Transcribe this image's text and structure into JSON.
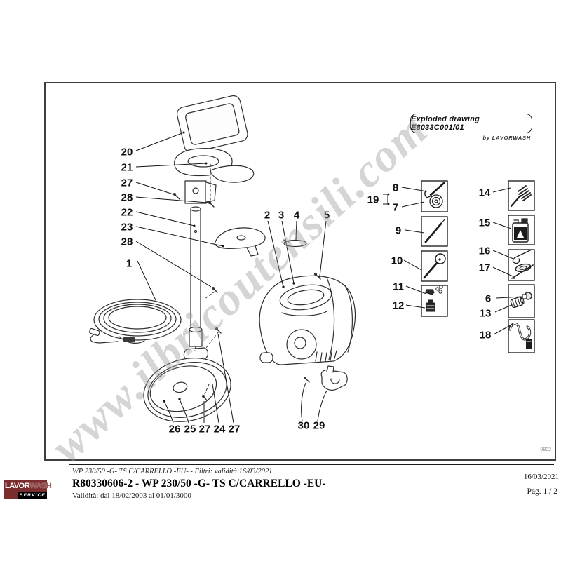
{
  "title_box": {
    "label": "Exploded drawing E8033C001/01",
    "byline": "by LAVORWASH"
  },
  "watermark": {
    "text": "www.ilbricoutensili.com"
  },
  "sheet_code": "0802",
  "callouts": {
    "left": [
      "20",
      "21",
      "27",
      "28",
      "22",
      "23",
      "28",
      "1"
    ],
    "middle": [
      "2",
      "3",
      "4",
      "5"
    ],
    "bottom": [
      "26",
      "25",
      "27",
      "24",
      "27"
    ],
    "bottom_right": [
      "30",
      "29"
    ]
  },
  "legend": {
    "col1": [
      {
        "numbers": [
          "19",
          "8",
          "7"
        ],
        "icon": "hose-reel-and-gun"
      },
      {
        "numbers": [
          "9"
        ],
        "icon": "spray-lance"
      },
      {
        "numbers": [
          "10"
        ],
        "icon": "turbo-lance"
      },
      {
        "numbers": [
          "11",
          "12"
        ],
        "icon": "nozzle-and-detergent-bottle"
      }
    ],
    "col2": [
      {
        "numbers": [
          "14"
        ],
        "icon": "wash-brush"
      },
      {
        "numbers": [
          "15"
        ],
        "icon": "detergent-tank"
      },
      {
        "numbers": [
          "16",
          "17"
        ],
        "icon": "hook-and-filter"
      },
      {
        "numbers": [
          "6",
          "13"
        ],
        "icon": "hose-connectors"
      },
      {
        "numbers": [
          "18"
        ],
        "icon": "suction-hose-filter"
      }
    ]
  },
  "footer": {
    "model_line": "WP 230/50 -G- TS C/CARRELLO -EU- - Filtri: validità 16/03/2021",
    "code_line": "R80330606-2 - WP 230/50 -G- TS C/CARRELLO -EU-",
    "validity_line": "Validità: dal 18/02/2003 al 01/01/3000",
    "date": "16/03/2021",
    "page": "Pag. 1 / 2"
  },
  "logo": {
    "lavor": "LAVOR",
    "wash": "WASH",
    "service": "SERVICE"
  },
  "colors": {
    "maroon": "#7b2d2d",
    "line": "#2e2e2e",
    "watermark_gray": "#9d9d9d"
  }
}
